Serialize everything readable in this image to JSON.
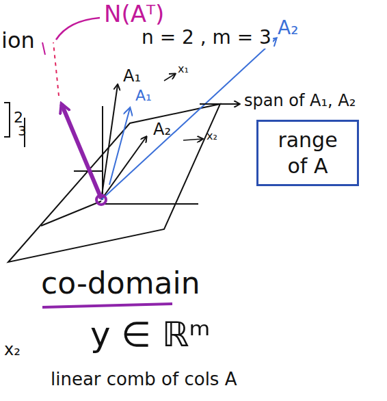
{
  "diagram": {
    "nodes": [
      {
        "text": [
          "range of A"
        ]
      }
    ],
    "labels": [
      "ion",
      "N(Aᵀ)",
      "n = 2 , m = 3",
      "A₂",
      "x₁",
      "A₁",
      "A₁",
      "A₂",
      "x₂",
      "span of A₁, A₂",
      "co-domain",
      "y ∈ ℝᵐ",
      "linear comb of cols A",
      "x₂",
      "2",
      "3"
    ]
  }
}
